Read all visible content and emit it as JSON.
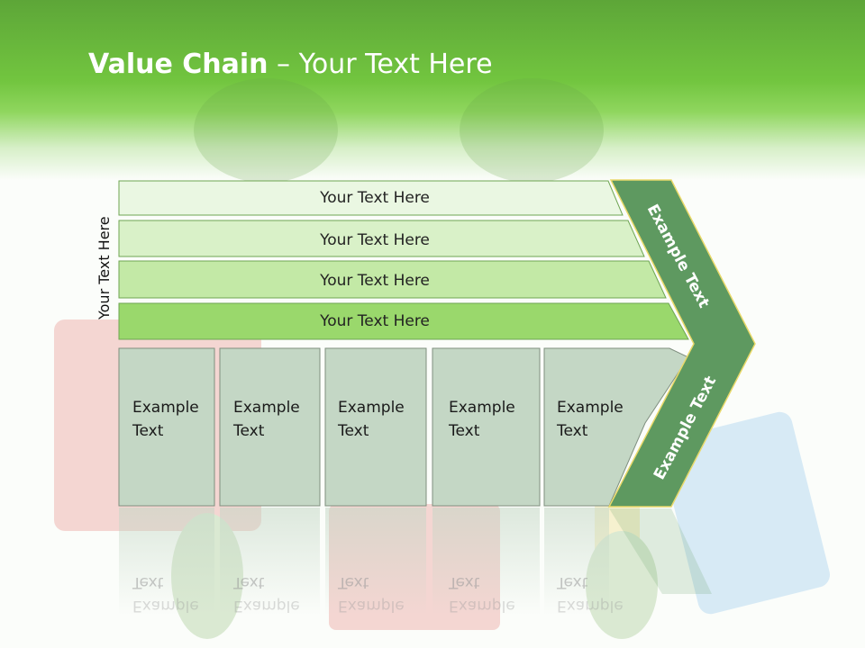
{
  "title": {
    "bold": "Value Chain",
    "rest": " – Your Text Here"
  },
  "side_label": "Your Text Here",
  "rows": [
    {
      "label": "Your Text Here",
      "color": "#eaf7e2"
    },
    {
      "label": "Your Text Here",
      "color": "#d9f1c8"
    },
    {
      "label": "Your Text Here",
      "color": "#c3e9a6"
    },
    {
      "label": "Your Text Here",
      "color": "#9ad86c"
    }
  ],
  "boxes": [
    {
      "line1": "Example",
      "line2": "Text"
    },
    {
      "line1": "Example",
      "line2": "Text"
    },
    {
      "line1": "Example",
      "line2": "Text"
    },
    {
      "line1": "Example",
      "line2": "Text"
    },
    {
      "line1": "Example",
      "line2": "Text"
    }
  ],
  "chevron_top": "Example Text",
  "chevron_bottom": "Example Text",
  "colors": {
    "header": "#72c53f",
    "chevron": "#5e9960",
    "box": "#c4d7c5",
    "box_border": "#7f8f7f"
  }
}
